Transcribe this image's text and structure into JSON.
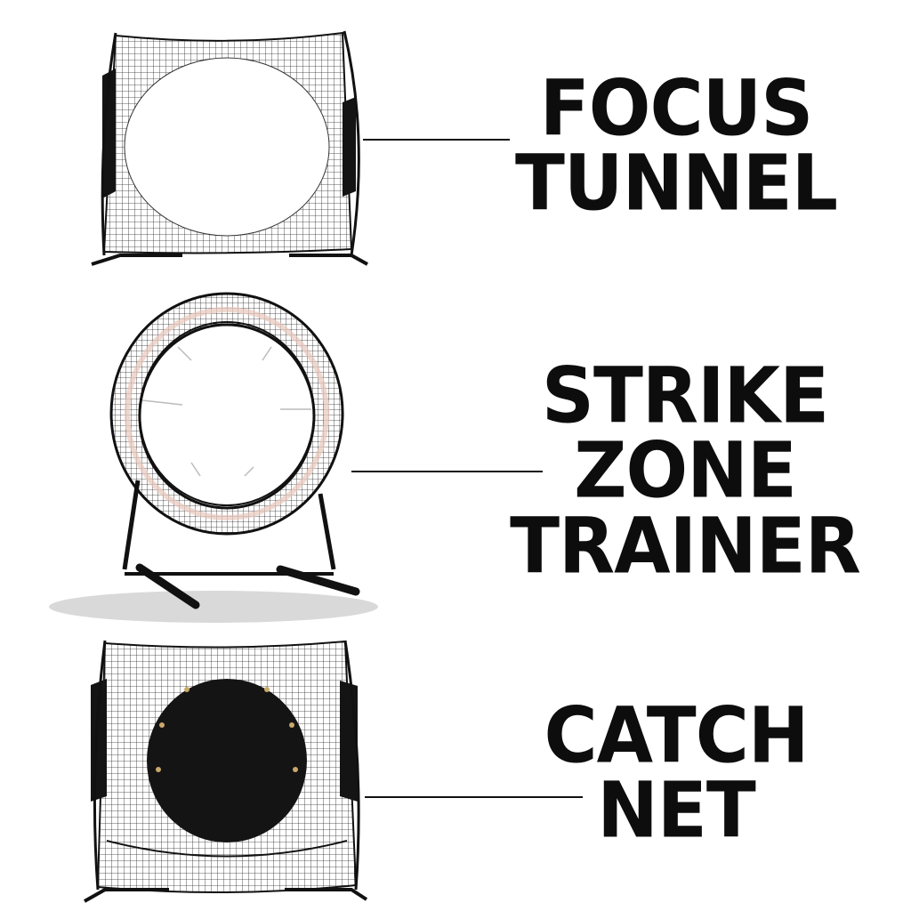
{
  "products": [
    {
      "id": "focus-tunnel",
      "lines": [
        "FOCUS",
        "TUNNEL"
      ]
    },
    {
      "id": "strike-zone-trainer",
      "lines": [
        "STRIKE",
        "ZONE",
        "TRAINER"
      ]
    },
    {
      "id": "catch-net",
      "lines": [
        "CATCH",
        "NET"
      ]
    }
  ],
  "colors": {
    "frame": "#111111",
    "net": "#1a1a1a",
    "target": "#ffffff",
    "pad": "#141414",
    "ring": "#e8c8bc"
  }
}
